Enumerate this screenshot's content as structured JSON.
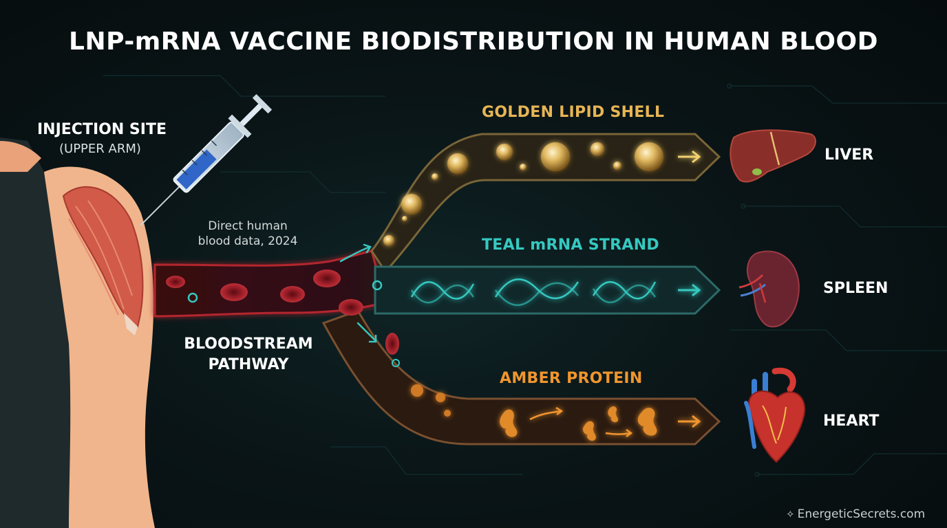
{
  "title": "LNP-mRNA VACCINE BIODISTRIBUTION IN HUMAN BLOOD",
  "injection": {
    "title": "INJECTION SITE",
    "subtitle": "(UPPER ARM)"
  },
  "note": {
    "line1": "Direct human",
    "line2": "blood data, 2024"
  },
  "bloodstream": {
    "line1": "BLOODSTREAM",
    "line2": "PATHWAY"
  },
  "pathways": {
    "lipid": {
      "label": "GOLDEN LIPID SHELL",
      "color": "#e7b555"
    },
    "mrna": {
      "label": "TEAL mRNA STRAND",
      "color": "#35c9c0"
    },
    "protein": {
      "label": "AMBER PROTEIN",
      "color": "#f0962e"
    }
  },
  "organs": {
    "liver": "LIVER",
    "spleen": "SPLEEN",
    "heart": "HEART"
  },
  "brand": {
    "icon": "sparkle-icon",
    "text": "EnergeticSecrets.com"
  },
  "colors": {
    "background": "#0a1517",
    "blood": "#8e1a22",
    "skin": "#f0b58c"
  }
}
